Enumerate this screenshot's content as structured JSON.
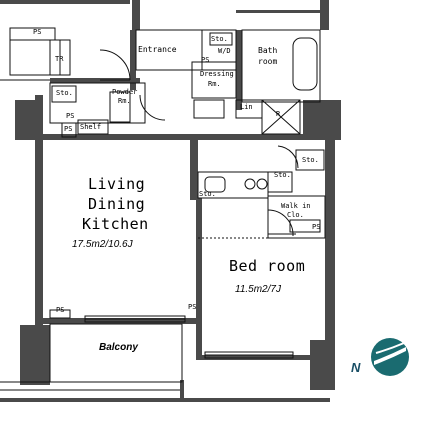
{
  "colors": {
    "wall": "#4a4a4a",
    "line": "#111111",
    "compass": "#1a6b70"
  },
  "labels": {
    "ps_top": "PS",
    "tr": "TR",
    "entrance": "Entrance",
    "sto_entrance": "Sto.",
    "wd": "W/D",
    "ps_dressing": "PS",
    "dressing_line1": "Dressing",
    "dressing_line2": "Rm.",
    "bath_line1": "Bath",
    "bath_line2": "room",
    "sto_powder": "Sto.",
    "powder_line1": "Powder",
    "powder_line2": "Rm.",
    "lin": "Lin",
    "r": "R",
    "ps_left": "PS",
    "shelf": "Shelf",
    "ps_shelf": "PS",
    "sto_right": "Sto.",
    "sto_kitchen": "Sto.",
    "sto_small": "Sto.",
    "walkin_line1": "Walk in",
    "walkin_line2": "Clo.",
    "ps_right": "PS",
    "ldk_line1": "Living",
    "ldk_line2": "Dining",
    "ldk_line3": "Kitchen",
    "ldk_area": "17.5m2/10.6J",
    "bedroom": "Bed room",
    "bedroom_area": "11.5m2/7J",
    "ps_balcony": "PS",
    "ps_balcony_right": "PS",
    "balcony": "Balcony",
    "north": "N"
  },
  "icons": {
    "compass": "north-compass-icon"
  }
}
